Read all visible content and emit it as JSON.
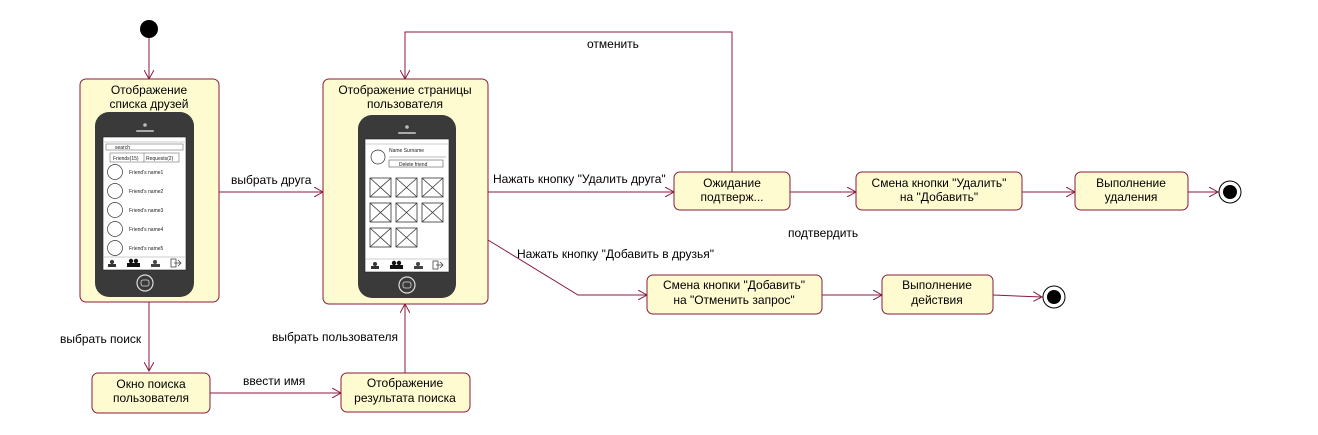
{
  "states": {
    "friends_list": {
      "line1": "Отображение",
      "line2": "списка друзей"
    },
    "user_page": {
      "line1": "Отображение страницы",
      "line2": "пользователя"
    },
    "awaiting": {
      "line1": "Ожидание",
      "line2": "подтверж..."
    },
    "change_to_add": {
      "line1": "Смена кнопки \"Удалить\"",
      "line2": "на \"Добавить\""
    },
    "exec_delete": {
      "line1": "Выполнение",
      "line2": "удаления"
    },
    "change_to_cancel": {
      "line1": "Смена кнопки \"Добавить\"",
      "line2": "на \"Отменить запрос\""
    },
    "exec_action": {
      "line1": "Выполнение",
      "line2": "действия"
    },
    "search_window": {
      "line1": "Окно поиска",
      "line2": "пользователя"
    },
    "search_results": {
      "line1": "Отображение",
      "line2": "результата поиска"
    }
  },
  "transitions": {
    "choose_friend": "выбрать друга",
    "press_delete": "Нажать кнопку \"Удалить друга\"",
    "press_add": "Нажать кнопку \"Добавить в друзья\"",
    "cancel": "отменить",
    "confirm": "подтвердить",
    "choose_search": "выбрать поиск",
    "enter_name": "ввести имя",
    "choose_user": "выбрать пользователя"
  },
  "phone_friends": {
    "search_text": "search",
    "tab_friends": "Friends(15)",
    "tab_requests": "Requests(2)",
    "friends": [
      "Friend's name1",
      "Friend's name2",
      "Friend's name3",
      "Friend's name4",
      "Friend's name5"
    ]
  },
  "phone_user": {
    "name_text": "Name Surname",
    "button_text": "Delete friend"
  },
  "colors": {
    "state_fill": "#fffbd0",
    "edge": "#8b1a3b",
    "phone_body": "#3a3a3a"
  }
}
